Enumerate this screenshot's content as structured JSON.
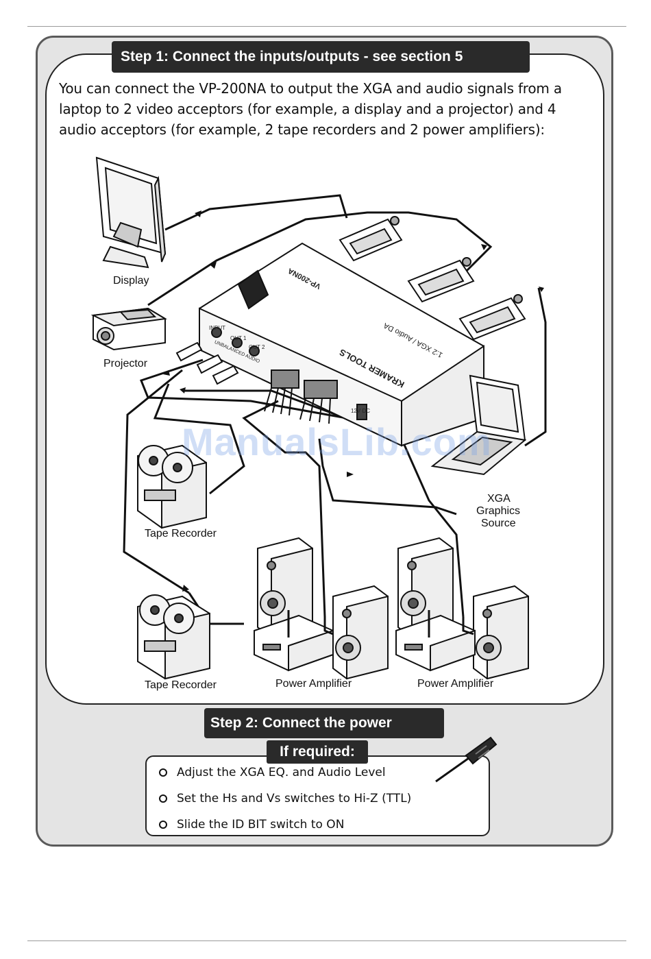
{
  "step1": {
    "title": "Step 1: Connect the inputs/outputs - see section 5"
  },
  "intro": {
    "text": "You can connect the VP-200NA to output the XGA and audio signals from a laptop to 2 video acceptors (for example, a display and a projector) and 4 audio acceptors (for example, 2 tape recorders and 2 power amplifiers):"
  },
  "diagram": {
    "labels": {
      "display": "Display",
      "projector": "Projector",
      "tape_recorder_1": "Tape Recorder",
      "tape_recorder_2": "Tape Recorder",
      "power_amp_1": "Power Amplifier",
      "power_amp_2": "Power Amplifier",
      "xga_line1": "XGA",
      "xga_line2": "Graphics",
      "xga_line3": "Source"
    },
    "device": {
      "model": "VP-200NA",
      "subtitle": "1:2 XGA / Audio DA",
      "brand": "KRAMER TOOLS",
      "input": "INPUT",
      "out1": "OUT 1",
      "out2": "OUT 2",
      "unbalanced": "UNBALANCED AUDIO",
      "power": "12V DC"
    },
    "watermark": "ManualsLib.com"
  },
  "step2": {
    "title": "Step 2: Connect the power"
  },
  "if_required": {
    "title": "If required:",
    "items": [
      "Adjust the XGA EQ. and Audio Level",
      "Set the Hs and Vs switches to Hi-Z (TTL)",
      "Slide the ID BIT switch to ON"
    ]
  }
}
